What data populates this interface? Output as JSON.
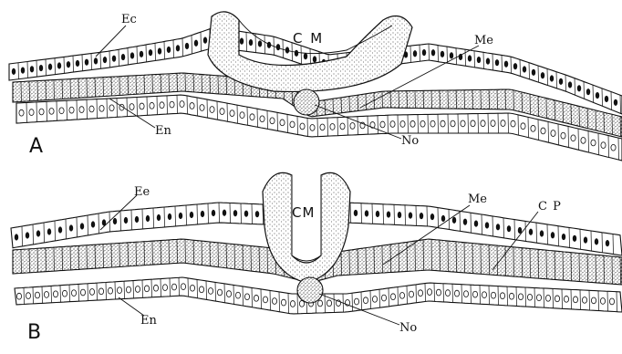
{
  "figure": {
    "panel_a": {
      "letter": "A",
      "labels": {
        "ec": "Ec",
        "cm": "C M",
        "me": "Me",
        "en": "En",
        "no": "No"
      }
    },
    "panel_b": {
      "letter": "B",
      "labels": {
        "ec": "Ee",
        "cm": "CM",
        "me": "Me",
        "cp": "C P",
        "en": "En",
        "no": "No"
      }
    }
  },
  "colors": {
    "ink": "#111111",
    "paper": "#ffffff",
    "stipple": "#444444"
  }
}
